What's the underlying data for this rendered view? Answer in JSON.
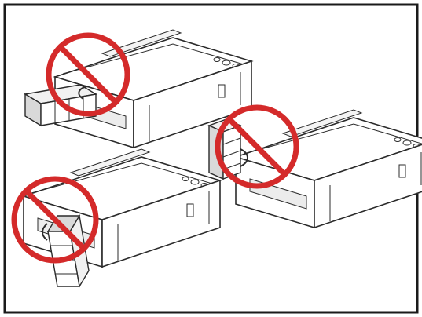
{
  "figure": {
    "panels": [
      {
        "id": "printer-1",
        "icon": "printer-with-ink-tank-laid-flat",
        "status": "prohibited"
      },
      {
        "id": "printer-2",
        "icon": "printer-with-ink-tank-hanging-down",
        "status": "prohibited"
      },
      {
        "id": "printer-3",
        "icon": "printer-with-ink-tank-standing-side",
        "status": "prohibited"
      }
    ],
    "colors": {
      "frame": "#1a1a1a",
      "line": "#2b2b2b",
      "printer_fill": "#ffffff",
      "shade": "#d9d9d9",
      "prohibited": "#d42a2a"
    }
  }
}
